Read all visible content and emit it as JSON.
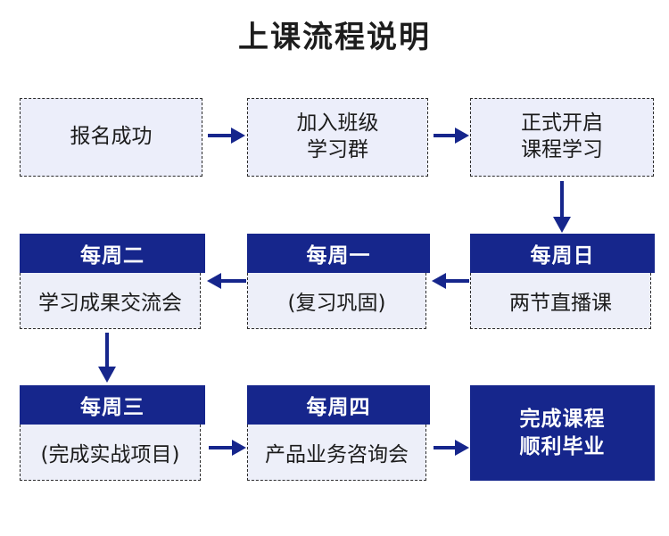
{
  "page": {
    "title": "上课流程说明",
    "accent_navy": "#16268c",
    "box_fill": "#eceefa",
    "border_color": "#2b2b2b",
    "background": "#ffffff"
  },
  "flow": {
    "row1": [
      {
        "id": "signup",
        "lines": [
          "报名成功"
        ]
      },
      {
        "id": "join-group",
        "lines": [
          "加入班级",
          "学习群"
        ]
      },
      {
        "id": "start-course",
        "lines": [
          "正式开启",
          "课程学习"
        ]
      }
    ],
    "row2": [
      {
        "id": "tuesday",
        "header": "每周二",
        "body": "学习成果交流会"
      },
      {
        "id": "monday",
        "header": "每周一",
        "body": "(复习巩固)"
      },
      {
        "id": "sunday",
        "header": "每周日",
        "body": "两节直播课"
      }
    ],
    "row3": [
      {
        "id": "wednesday",
        "header": "每周三",
        "body": "(完成实战项目)"
      },
      {
        "id": "thursday",
        "header": "每周四",
        "body": "产品业务咨询会"
      },
      {
        "id": "graduate",
        "lines": [
          "完成课程",
          "顺利毕业"
        ]
      }
    ]
  },
  "arrows": [
    {
      "id": "signup-to-join",
      "direction": "right"
    },
    {
      "id": "join-to-start",
      "direction": "right"
    },
    {
      "id": "start-to-sunday",
      "direction": "down"
    },
    {
      "id": "sunday-to-monday",
      "direction": "left"
    },
    {
      "id": "monday-to-tuesday",
      "direction": "left"
    },
    {
      "id": "tuesday-to-wednesday",
      "direction": "down"
    },
    {
      "id": "wednesday-to-thursday",
      "direction": "right"
    },
    {
      "id": "thursday-to-graduate",
      "direction": "right"
    }
  ]
}
